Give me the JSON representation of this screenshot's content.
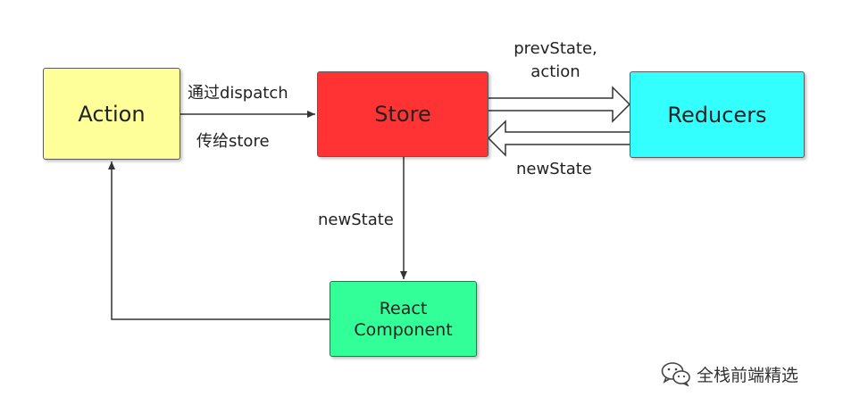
{
  "nodes": {
    "action": "Action",
    "store": "Store",
    "reducers": "Reducers",
    "react_line1": "React",
    "react_line2": "Component"
  },
  "edge_labels": {
    "dispatch": "通过dispatch",
    "to_store": "传给store",
    "prev_state_line1": "prevState,",
    "prev_state_line2": "action",
    "new_state_reducers": "newState",
    "new_state_component": "newState"
  },
  "watermark": {
    "text": "全栈前端精选",
    "icon": "wechat-icon"
  },
  "colors": {
    "action": "#ffff99",
    "store": "#ff3333",
    "reducers": "#33ffff",
    "react_component": "#33ff99"
  }
}
